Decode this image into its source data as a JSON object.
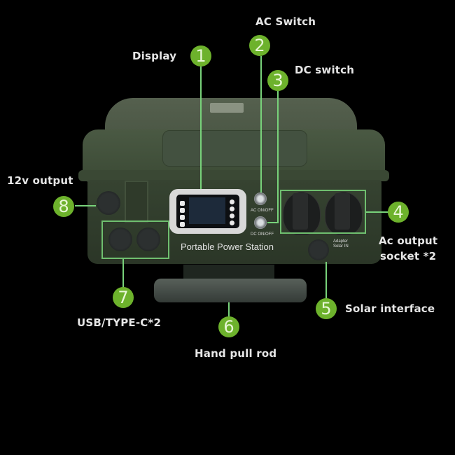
{
  "product": {
    "brand_text": "Portable Power Station",
    "switches": {
      "ac": "AC ON/OFF",
      "dc": "DC ON/OFF"
    },
    "solar_port_label": [
      "Adapter",
      "Solar IN"
    ]
  },
  "callouts": [
    {
      "number": "1",
      "label": "Display"
    },
    {
      "number": "2",
      "label": "AC Switch"
    },
    {
      "number": "3",
      "label": "DC switch"
    },
    {
      "number": "4",
      "label": "Ac output socket *2",
      "label_lines": [
        "Ac output",
        "socket *2"
      ]
    },
    {
      "number": "5",
      "label": "Solar interface"
    },
    {
      "number": "6",
      "label": "Hand pull rod"
    },
    {
      "number": "7",
      "label": "USB/TYPE-C*2"
    },
    {
      "number": "8",
      "label": "12v output"
    }
  ],
  "colors": {
    "badge": "#6db22c",
    "line": "#78d27a",
    "background": "#000000",
    "case": "#3b4a35"
  }
}
